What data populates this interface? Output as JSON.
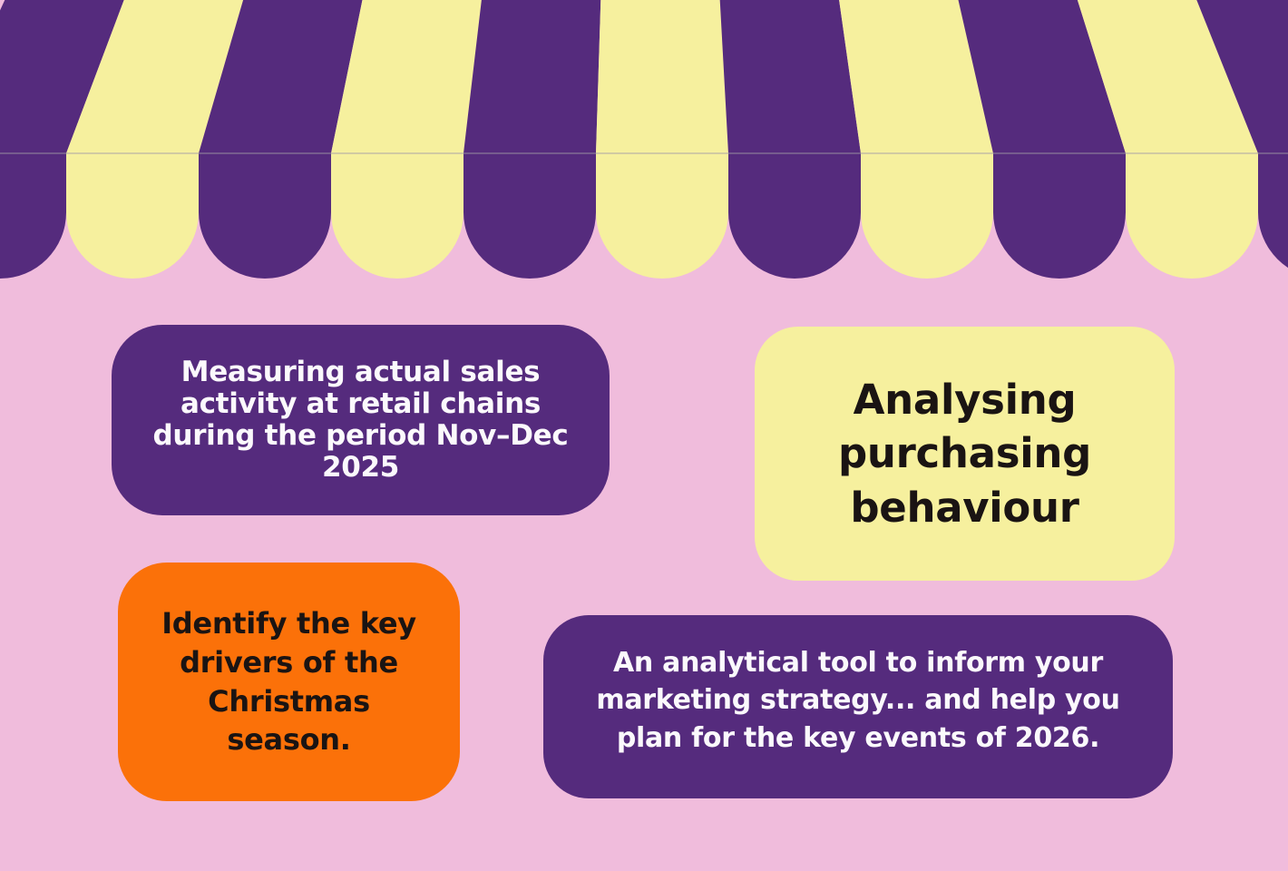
{
  "slide_title": "Christmas retail sales analysis slide",
  "colors": {
    "background_pink": "#f0bcdc",
    "awning_purple": "#552b7d",
    "awning_yellow": "#f6f09e",
    "card_purple": "#552b7d",
    "card_yellow": "#f6f09e",
    "card_orange": "#fb7109",
    "text_light": "#fbf9fc",
    "text_dark": "#1a1413",
    "awning_seam_line": "#a39aa6"
  },
  "awning": {
    "style": "striped shop awning with scalloped bottom",
    "stripe_colors": [
      "#552b7d",
      "#f6f09e"
    ]
  },
  "cards": [
    {
      "name": "measuring-sales",
      "background": "purple",
      "text": "Measuring actual sales activity at retail chains during the period Nov–Dec 2025",
      "lines": [
        "Measuring actual sales",
        "activity at retail chains",
        "during the period Nov–Dec",
        "2025"
      ]
    },
    {
      "name": "analysing-behaviour",
      "background": "yellow",
      "text": "Analysing purchasing behaviour",
      "lines": [
        "Analysing",
        "purchasing",
        "behaviour"
      ]
    },
    {
      "name": "key-drivers",
      "background": "orange",
      "text": "Identify the key drivers of the Christmas season.",
      "lines": [
        "Identify the key",
        "drivers of the",
        "Christmas",
        "season."
      ]
    },
    {
      "name": "analytical-tool",
      "background": "purple",
      "text": "An analytical tool to inform your marketing strategy... and help you plan for the key events of 2026.",
      "lines": [
        "An analytical tool to inform your",
        "marketing strategy... and help you",
        "plan for the key events of 2026."
      ]
    }
  ]
}
